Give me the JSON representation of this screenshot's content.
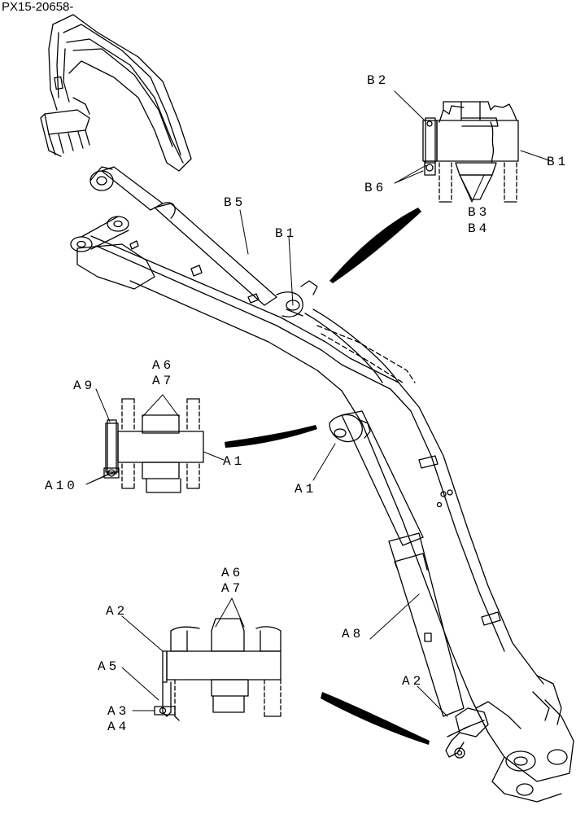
{
  "document": {
    "id": "PX15-20658-"
  },
  "callouts": {
    "b2": "B2",
    "b1_detail": "B1",
    "b6": "B6",
    "b3": "B3",
    "b4": "B4",
    "b5": "B5",
    "b1_main": "B1",
    "a6_top": "A6",
    "a7_top": "A7",
    "a9": "A9",
    "a10": "A10",
    "a1_detail": "A1",
    "a1_main": "A1",
    "a6_bottom": "A6",
    "a7_bottom": "A7",
    "a2_detail": "A2",
    "a5": "A5",
    "a3": "A3",
    "a4": "A4",
    "a8": "A8",
    "a2_main": "A2"
  },
  "colors": {
    "ink": "#000000",
    "paper": "#ffffff"
  }
}
